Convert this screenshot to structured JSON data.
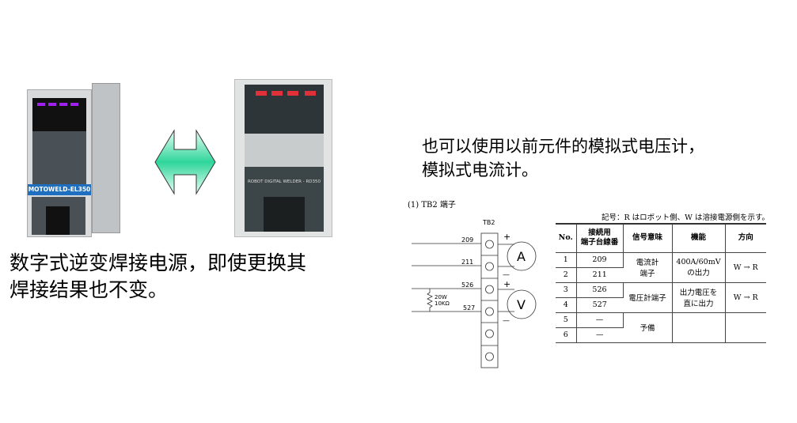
{
  "left_product": {
    "model_label": "MOTOWELD-EL350"
  },
  "right_product": {
    "model_label": "ROBOT DIGITAL WELDER - RD350"
  },
  "arrow": {
    "icon": "double-arrow-icon",
    "color": "#3fd9a0"
  },
  "left_caption": {
    "line1": "数字式逆变焊接电源，即使更换其",
    "line2": "焊接结果也不变。"
  },
  "right_caption": {
    "line1": "也可以使用以前元件的模拟式电压计，",
    "line2": "模拟式电流计。"
  },
  "section_title": "(1) TB2 端子",
  "diagram": {
    "block_label": "TB2",
    "wires": [
      "209",
      "211",
      "526",
      "527"
    ],
    "resistor_label_1": "20W",
    "resistor_label_2": "10KΩ",
    "ammeter": "A",
    "voltmeter": "V",
    "plus": "+",
    "minus": "—"
  },
  "table": {
    "note": "記号：R はロボット側、W は溶接電源側を示す。",
    "headers": [
      "No.",
      "接続用\n端子台線番",
      "信号意味",
      "機能",
      "方向"
    ],
    "rows": [
      {
        "no": "1",
        "wire": "209"
      },
      {
        "no": "2",
        "wire": "211"
      },
      {
        "no": "3",
        "wire": "526"
      },
      {
        "no": "4",
        "wire": "527"
      },
      {
        "no": "5",
        "wire": "—"
      },
      {
        "no": "6",
        "wire": "—"
      }
    ],
    "groups": [
      {
        "meaning": "電流計\n端子",
        "function": "400A/60mV\nの出力",
        "direction": "W → R"
      },
      {
        "meaning": "電圧計端子",
        "function": "出力電圧を\n直に出力",
        "direction": "W → R"
      },
      {
        "meaning": "予備",
        "function": "",
        "direction": ""
      }
    ]
  }
}
